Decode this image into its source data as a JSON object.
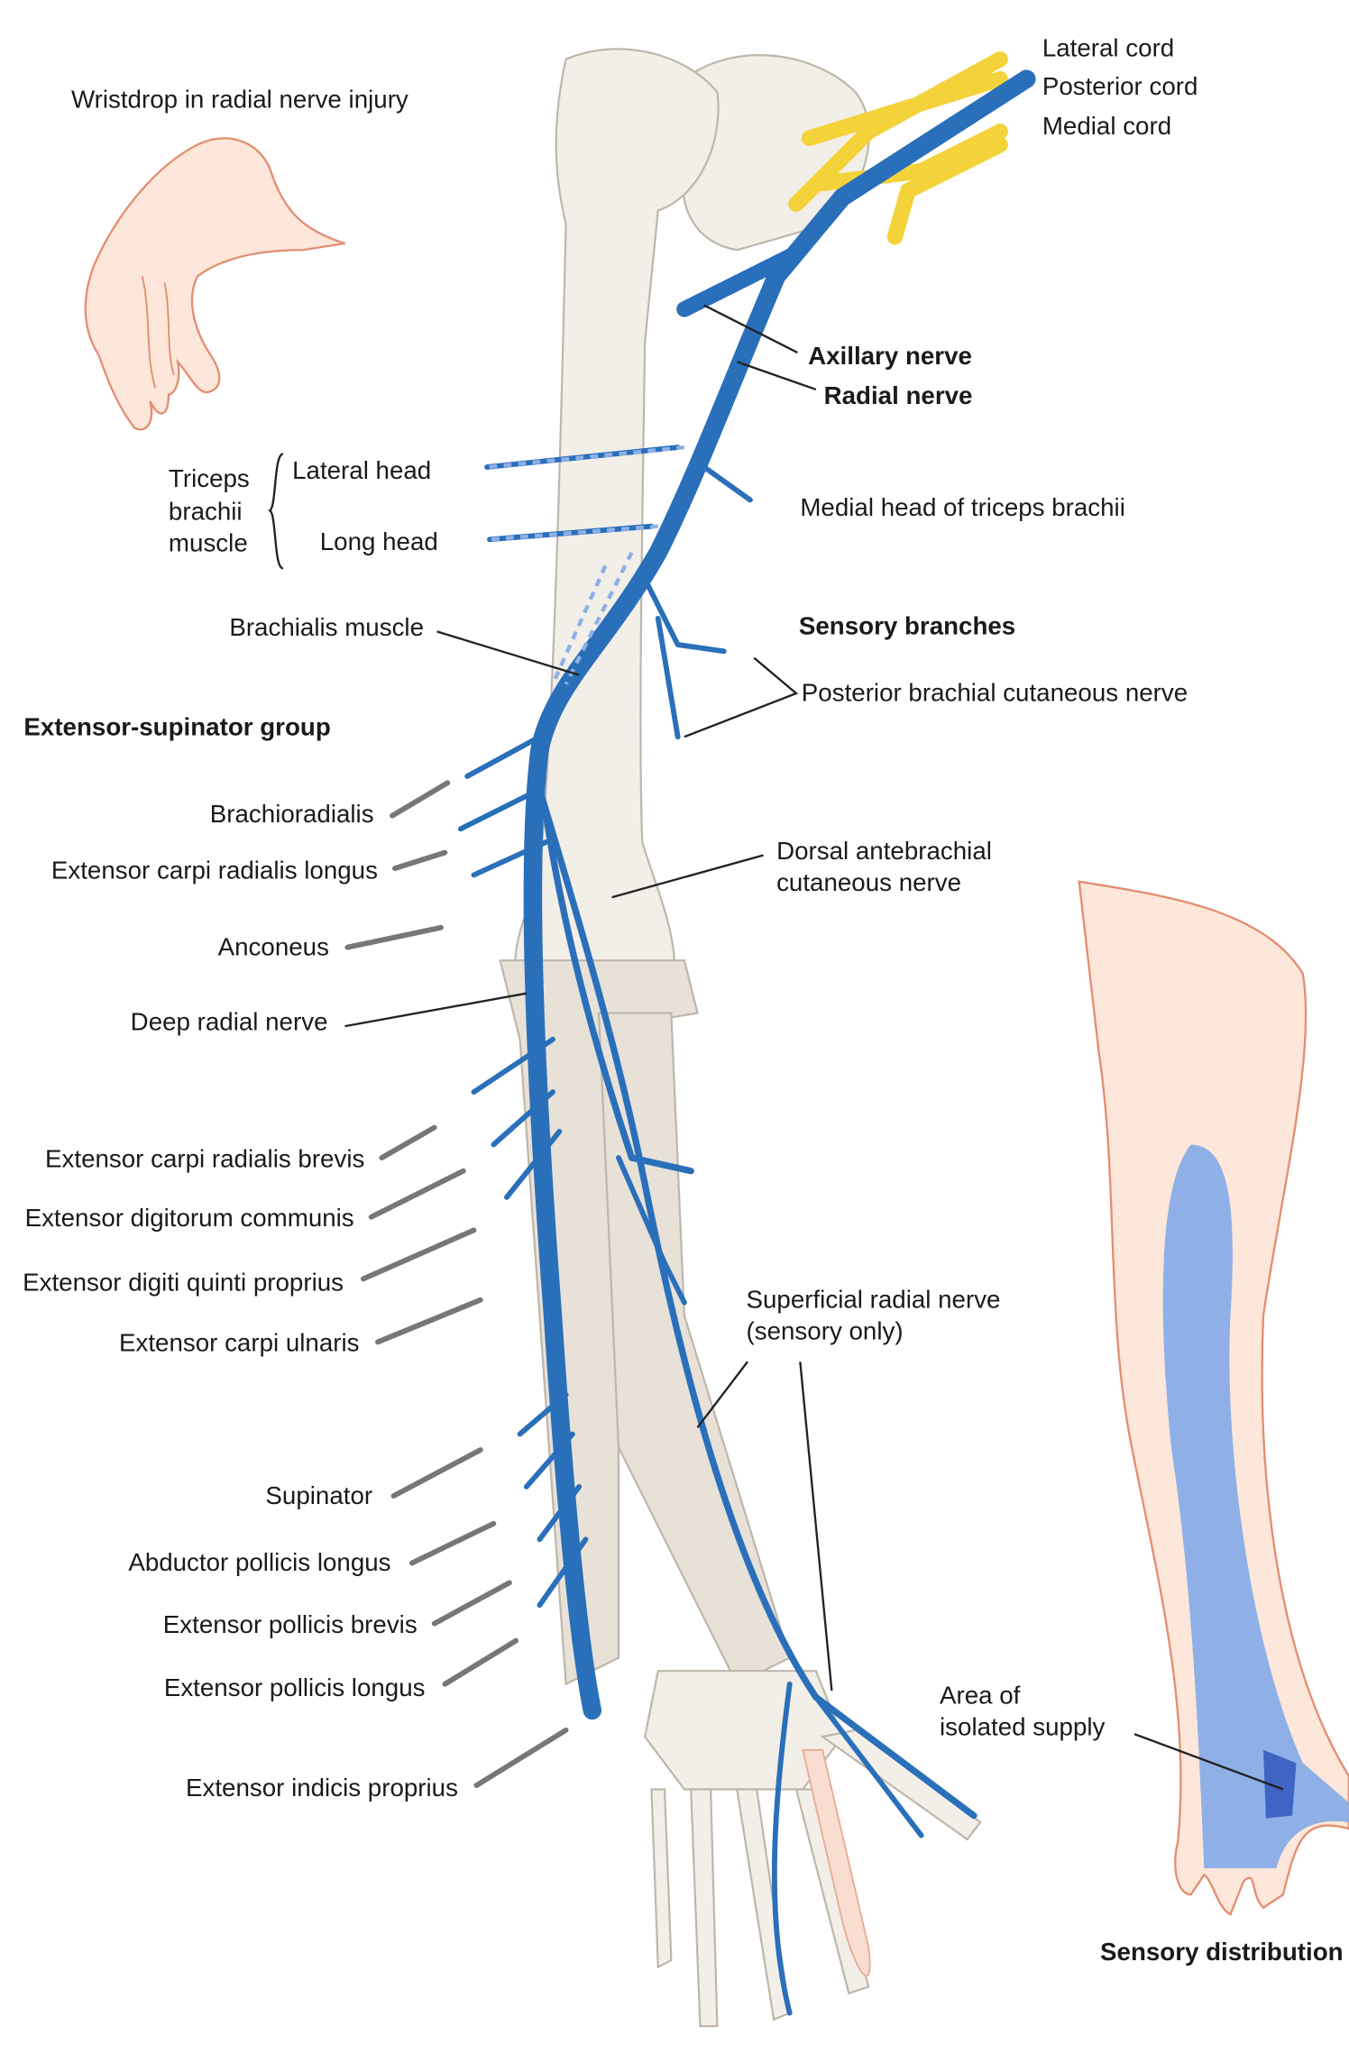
{
  "title_wristdrop": "Wristdrop in radial nerve injury",
  "cords": {
    "lateral": "Lateral cord",
    "posterior": "Posterior cord",
    "medial": "Medial cord"
  },
  "axillary_nerve": "Axillary nerve",
  "radial_nerve": "Radial nerve",
  "triceps": {
    "line1": "Triceps",
    "line2": "brachii",
    "line3": "muscle",
    "lateral_head": "Lateral head",
    "long_head": "Long head"
  },
  "medial_head": "Medial head of triceps brachii",
  "brachialis": "Brachialis muscle",
  "sensory_branches": "Sensory branches",
  "posterior_brachial": "Posterior brachial cutaneous nerve",
  "group_title": "Extensor-supinator group",
  "muscles_upper": [
    "Brachioradialis",
    "Extensor carpi radialis longus",
    "Anconeus",
    "Deep radial nerve"
  ],
  "dorsal_antebrachial": {
    "line1": "Dorsal antebrachial",
    "line2": "cutaneous nerve"
  },
  "muscles_mid": [
    "Extensor carpi radialis brevis",
    "Extensor digitorum communis",
    "Extensor digiti quinti proprius",
    "Extensor carpi ulnaris"
  ],
  "superficial_radial": {
    "line1": "Superficial radial nerve",
    "line2": "(sensory only)"
  },
  "muscles_lower": [
    "Supinator",
    "Abductor pollicis longus",
    "Extensor pollicis brevis",
    "Extensor pollicis longus",
    "Extensor indicis proprius"
  ],
  "isolated_supply": {
    "line1": "Area of",
    "line2": "isolated supply"
  },
  "sensory_distribution": "Sensory distribution",
  "colors": {
    "nerve": "#2a6fba",
    "cord": "#f3d23a",
    "skin": "#fde6da",
    "sensory_area": "#8fb0e6",
    "isolated_area": "#3f64c4"
  }
}
